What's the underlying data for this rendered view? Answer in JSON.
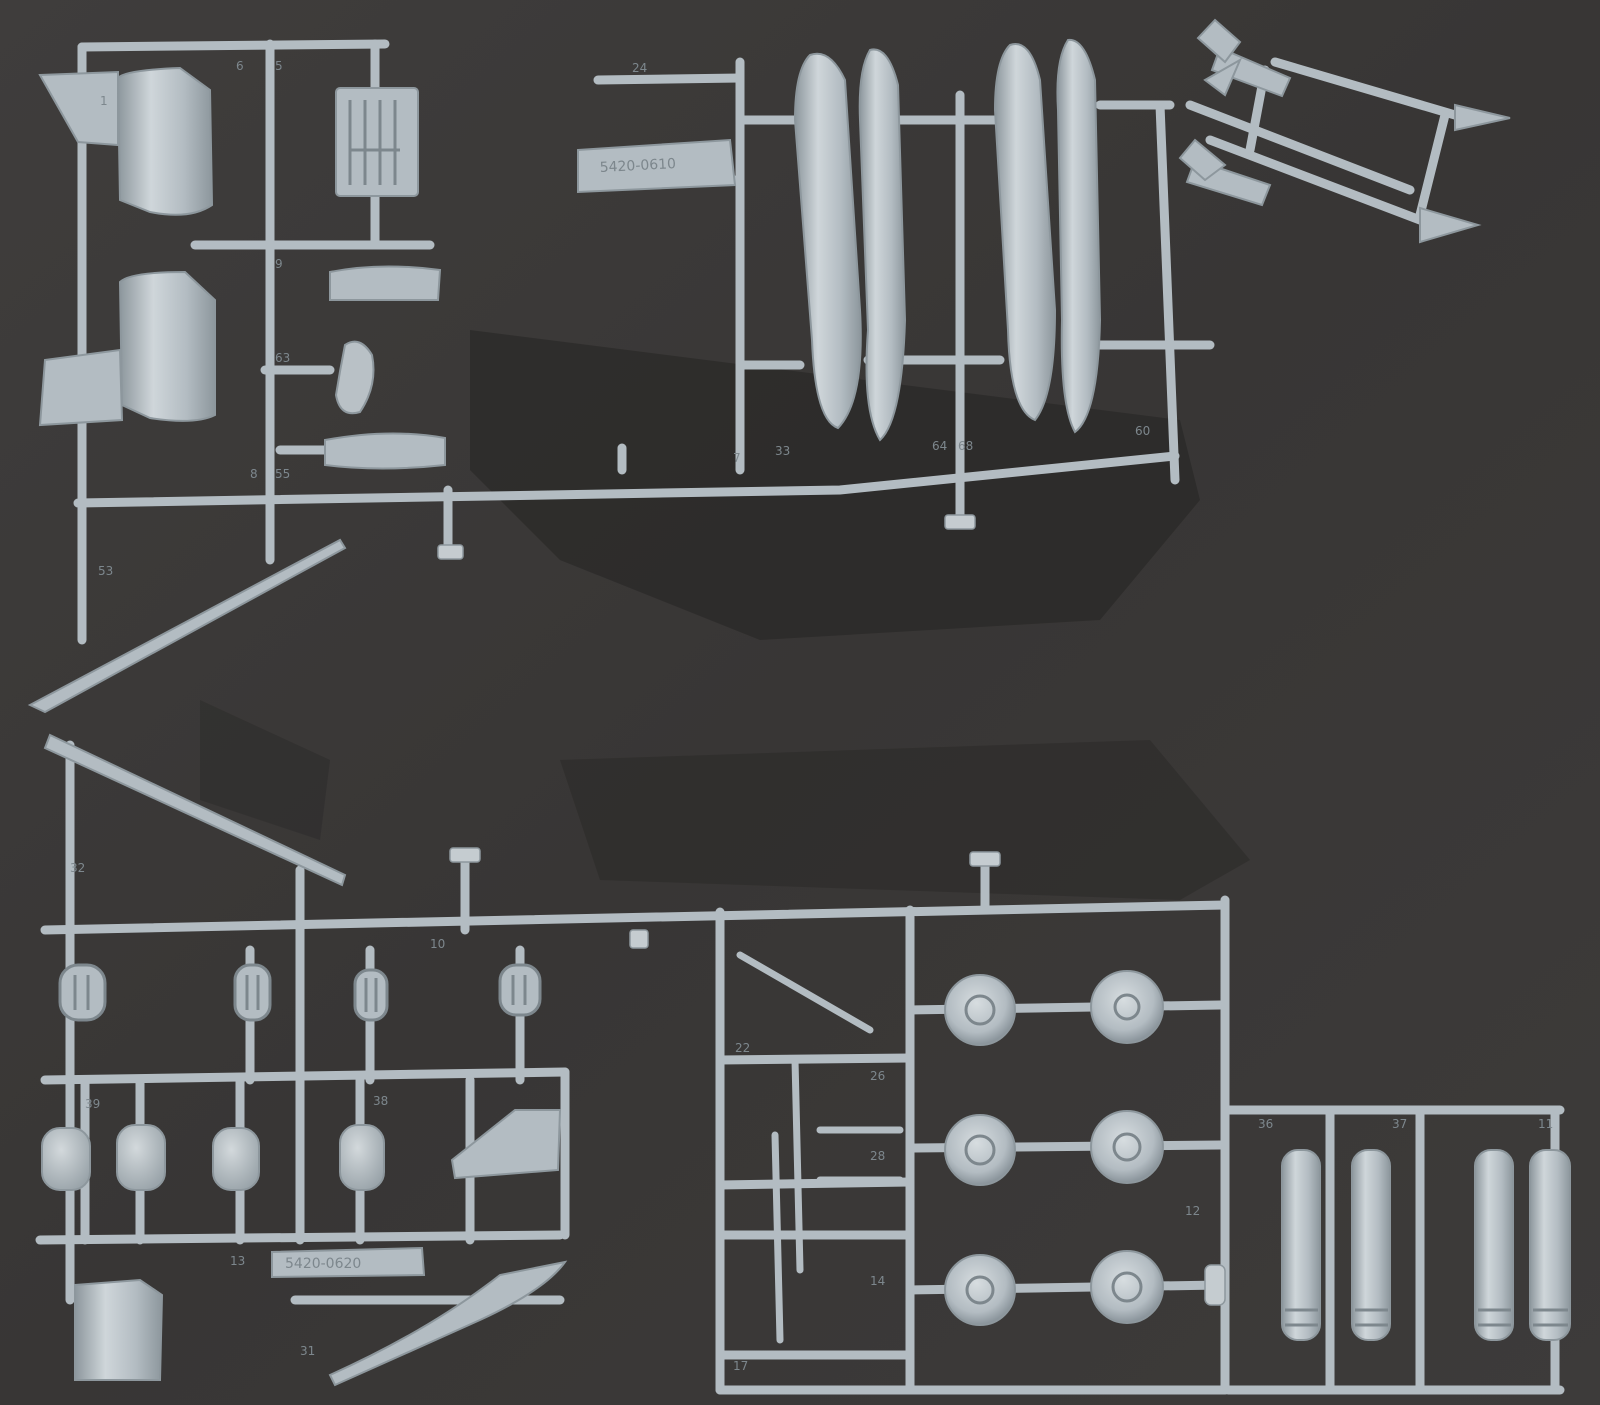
{
  "photo": {
    "subject": "plastic model kit sprues",
    "colors": {
      "background": "#3b3938",
      "background_shadow": "#2a2928",
      "plastic": "#b3bcc2",
      "plastic_light": "#cfd6da",
      "plastic_dark": "#8d979d",
      "tab": "#c5ccd0",
      "engraving": "#7d878d"
    }
  },
  "sprue_top": {
    "frame_code": "5420-0610",
    "part_numbers": [
      "6",
      "5",
      "1",
      "9",
      "63",
      "8",
      "55",
      "53",
      "24",
      "7",
      "33",
      "64",
      "68",
      "60"
    ]
  },
  "sprue_bottom": {
    "frame_code": "5420-0620",
    "part_numbers": [
      "32",
      "10",
      "39",
      "38",
      "13",
      "31",
      "22",
      "26",
      "28",
      "12",
      "14",
      "17",
      "36",
      "37",
      "11"
    ]
  }
}
